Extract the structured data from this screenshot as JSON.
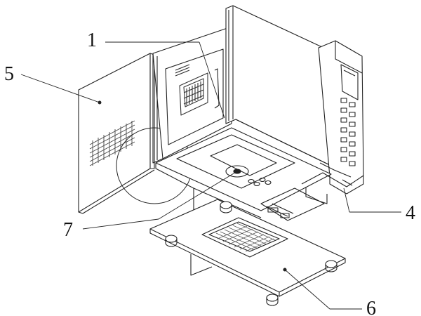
{
  "figure": {
    "callouts": [
      {
        "id": "c1",
        "text": "1"
      },
      {
        "id": "c5",
        "text": "5"
      },
      {
        "id": "c7",
        "text": "7"
      },
      {
        "id": "c4",
        "text": "4"
      },
      {
        "id": "c6",
        "text": "6"
      }
    ],
    "line_color": "#222222",
    "hatch_color": "#444444",
    "background": "#ffffff"
  }
}
